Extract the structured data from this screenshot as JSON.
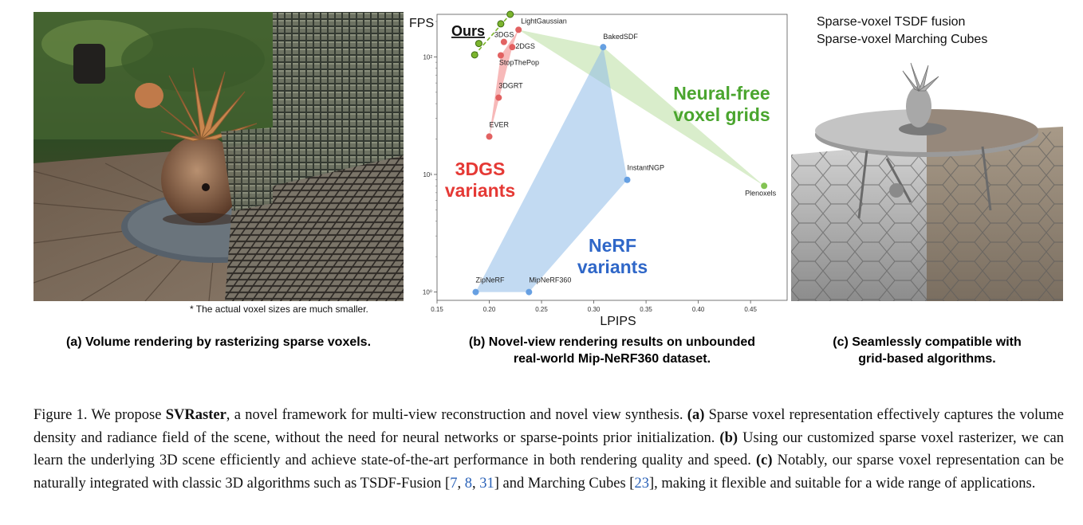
{
  "panel_a": {
    "note": "* The actual voxel sizes are much smaller.",
    "caption": "(a) Volume rendering by rasterizing sparse voxels."
  },
  "panel_b": {
    "caption_line1": "(b) Novel-view rendering results on unbounded",
    "caption_line2": "real-world Mip-NeRF360 dataset."
  },
  "panel_c": {
    "title_line1": "Sparse-voxel TSDF fusion",
    "title_line2": "Sparse-voxel Marching Cubes",
    "caption_line1": "(c) Seamlessly compatible with",
    "caption_line2": "grid-based algorithms."
  },
  "figure_caption": {
    "prefix": "Figure 1.",
    "t1": " We propose ",
    "name": "SVRaster",
    "t2": ", a novel framework for multi-view reconstruction and novel view synthesis. ",
    "a": "(a)",
    "t3": " Sparse voxel representation effectively captures the volume density and radiance field of the scene, without the need for neural networks or sparse-points prior initialization. ",
    "b": "(b)",
    "t4": " Using our customized sparse voxel rasterizer, we can learn the underlying 3D scene efficiently and achieve state-of-the-art performance in both rendering quality and speed. ",
    "c": "(c)",
    "t5": " Notably, our sparse voxel representation can be naturally integrated with classic 3D algorithms such as TSDF-Fusion [",
    "cite1": "7",
    "sep1": ", ",
    "cite2": "8",
    "sep2": ", ",
    "cite3": "31",
    "t6": "] and Marching Cubes [",
    "cite4": "23",
    "t7": "], making it flexible and suitable for a wide range of applications."
  },
  "chart_data": {
    "type": "scatter",
    "ylabel": "FPS",
    "xlabel": "LPIPS",
    "y_scale": "log",
    "xlim": [
      0.15,
      0.485
    ],
    "ylim": [
      0.85,
      230
    ],
    "x_ticks": [
      0.15,
      0.2,
      0.25,
      0.3,
      0.35,
      0.4,
      0.45
    ],
    "x_tick_labels": [
      "0.15",
      "0.20",
      "0.25",
      "0.30",
      "0.35",
      "0.40",
      "0.45"
    ],
    "y_ticks": [
      1,
      10,
      100
    ],
    "y_tick_labels": [
      "10⁰",
      "10¹",
      "10²"
    ],
    "colors": {
      "ours": "#7cb52e",
      "gaussian": "#e05a5a",
      "nerf": "#5f9be0",
      "voxel": "#7cc04a"
    },
    "groups": [
      {
        "name": "3DGS variants",
        "color": "#e53935",
        "region_color": "#f08080"
      },
      {
        "name": "NeRF variants",
        "color": "#2f67c8",
        "region_color": "#8fbce8"
      },
      {
        "name": "Neural-free voxel grids",
        "color": "#4aa52e",
        "region_color": "#b9dea0"
      }
    ],
    "ours_label": "Ours",
    "ours_points": [
      {
        "x": 0.186,
        "y": 104
      },
      {
        "x": 0.19,
        "y": 130
      },
      {
        "x": 0.211,
        "y": 191
      },
      {
        "x": 0.22,
        "y": 230
      }
    ],
    "points": [
      {
        "label": "LightGaussian",
        "group": "gaussian",
        "x": 0.228,
        "y": 170
      },
      {
        "label": "3DGS",
        "group": "gaussian",
        "x": 0.214,
        "y": 134
      },
      {
        "label": "2DGS",
        "group": "gaussian",
        "x": 0.222,
        "y": 121
      },
      {
        "label": "StopThePop",
        "group": "gaussian",
        "x": 0.211,
        "y": 103
      },
      {
        "label": "3DGRT",
        "group": "gaussian",
        "x": 0.209,
        "y": 45
      },
      {
        "label": "EVER",
        "group": "gaussian",
        "x": 0.2,
        "y": 21
      },
      {
        "label": "BakedSDF",
        "group": "nerf",
        "x": 0.309,
        "y": 121
      },
      {
        "label": "InstantNGP",
        "group": "nerf",
        "x": 0.332,
        "y": 9
      },
      {
        "label": "ZipNeRF",
        "group": "nerf",
        "x": 0.187,
        "y": 1
      },
      {
        "label": "MipNeRF360",
        "group": "nerf",
        "x": 0.238,
        "y": 1
      },
      {
        "label": "Plenoxels",
        "group": "voxel",
        "x": 0.463,
        "y": 8
      }
    ]
  }
}
